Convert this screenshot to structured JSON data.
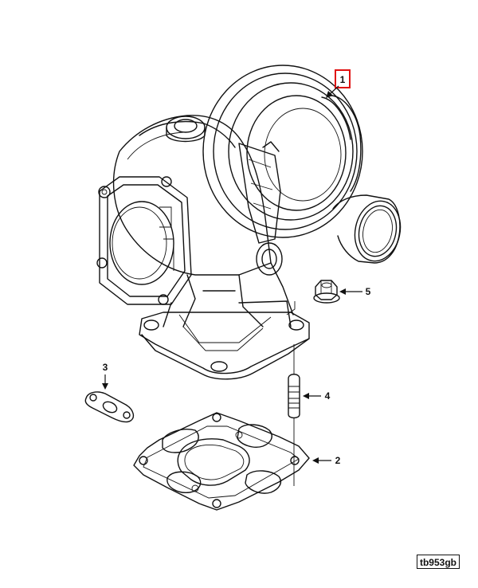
{
  "callouts": [
    {
      "number": "1",
      "part": "turbocharger",
      "highlighted": true
    },
    {
      "number": "2",
      "part": "exhaust-manifold-gasket",
      "highlighted": false
    },
    {
      "number": "3",
      "part": "oil-drain-gasket",
      "highlighted": false
    },
    {
      "number": "4",
      "part": "stud",
      "highlighted": false
    },
    {
      "number": "5",
      "part": "flange-nut",
      "highlighted": false
    }
  ],
  "figure_id": "tb953gb",
  "colors": {
    "line": "#111111",
    "highlight": "#e01010",
    "background": "#ffffff"
  }
}
